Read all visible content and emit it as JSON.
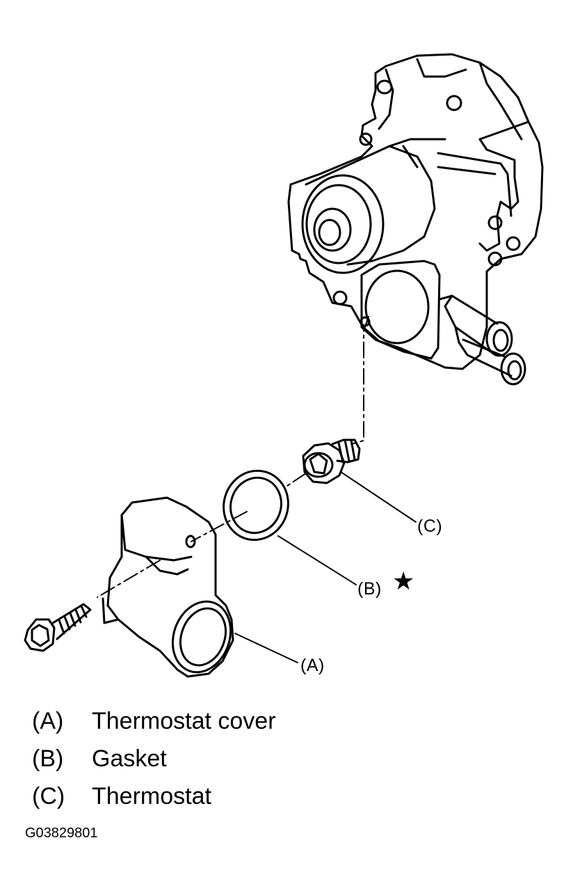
{
  "callouts": {
    "a": "(A)",
    "b": "(B)",
    "c": "(C)",
    "b_marker": "★"
  },
  "legend": [
    {
      "code": "(A)",
      "label": "Thermostat cover"
    },
    {
      "code": "(B)",
      "label": "Gasket"
    },
    {
      "code": "(C)",
      "label": "Thermostat"
    }
  ],
  "figure_id": "G03829801"
}
